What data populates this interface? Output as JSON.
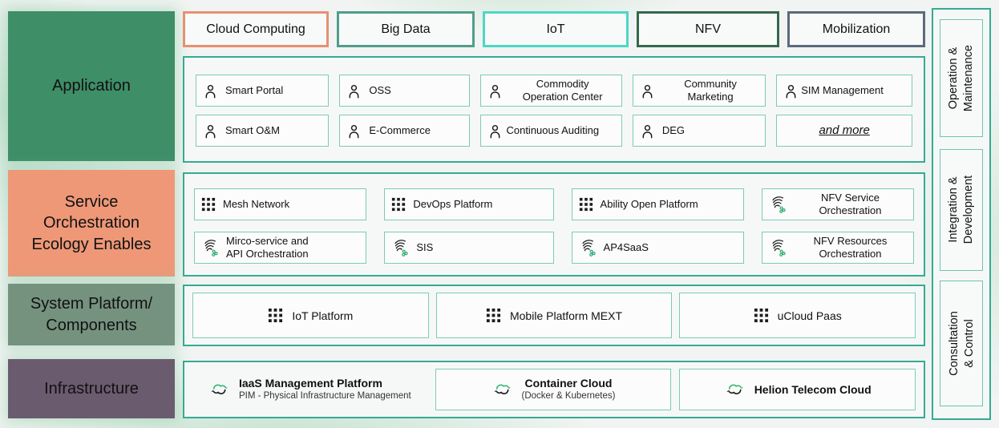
{
  "colors": {
    "container_border": "#35ab91",
    "item_border": "#7ecbb4",
    "accent_green": "#2eac74",
    "cloud_arrow_green": "#3cb878",
    "cloud_arrow_dark": "#1c1c1c"
  },
  "left_sections": [
    {
      "label": "Application",
      "bg": "#3e8e68"
    },
    {
      "label": "Service\nOrchestration\nEcology Enables",
      "bg": "#ee9878"
    },
    {
      "label": "System Platform/\nComponents",
      "bg": "#75927f"
    },
    {
      "label": "Infrastructure",
      "bg": "#6b5b6f"
    }
  ],
  "top_tabs": [
    {
      "label": "Cloud Computing",
      "border": "#e89070"
    },
    {
      "label": "Big Data",
      "border": "#4f9e8b"
    },
    {
      "label": "IoT",
      "border": "#4cd7c6"
    },
    {
      "label": "NFV",
      "border": "#35684f"
    },
    {
      "label": "Mobilization",
      "border": "#5b6b7c"
    }
  ],
  "application": {
    "items": [
      {
        "label": "Smart Portal",
        "icon": "person"
      },
      {
        "label": "OSS",
        "icon": "person"
      },
      {
        "label": "Commodity\nOperation Center",
        "icon": "person"
      },
      {
        "label": "Community\nMarketing",
        "icon": "person"
      },
      {
        "label": "SIM Management",
        "icon": "person"
      },
      {
        "label": "Smart O&M",
        "icon": "person"
      },
      {
        "label": "E-Commerce",
        "icon": "person"
      },
      {
        "label": "Continuous Auditing",
        "icon": "person"
      },
      {
        "label": "DEG",
        "icon": "person"
      },
      {
        "label": "and more",
        "icon": "none"
      }
    ]
  },
  "orchestration": {
    "items": [
      {
        "label": "Mesh Network",
        "icon": "grid"
      },
      {
        "label": "DevOps Platform",
        "icon": "grid"
      },
      {
        "label": "Ability Open Platform",
        "icon": "grid"
      },
      {
        "label": "NFV Service\nOrchestration",
        "icon": "orchestration"
      },
      {
        "label": "Mirco-service and\nAPI Orchestration",
        "icon": "orchestration"
      },
      {
        "label": "SIS",
        "icon": "orchestration"
      },
      {
        "label": "AP4SaaS",
        "icon": "orchestration"
      },
      {
        "label": "NFV Resources\nOrchestration",
        "icon": "orchestration"
      }
    ]
  },
  "platform": {
    "items": [
      {
        "label": "IoT Platform",
        "icon": "grid"
      },
      {
        "label": "Mobile Platform MEXT",
        "icon": "grid"
      },
      {
        "label": "uCloud Paas",
        "icon": "grid"
      }
    ]
  },
  "infrastructure": {
    "items": [
      {
        "title": "IaaS Management Platform",
        "subtitle": "PIM - Physical Infrastructure Management",
        "icon": "cloud-sync"
      },
      {
        "title": "Container Cloud",
        "subtitle": "(Docker & Kubernetes)",
        "icon": "cloud-sync"
      },
      {
        "title": "Helion Telecom Cloud",
        "subtitle": "",
        "icon": "cloud-sync"
      }
    ]
  },
  "right_sections": [
    {
      "label": "Operation &\nMaintenance"
    },
    {
      "label": "Integration &\nDevelopment"
    },
    {
      "label": "Consultation & Control"
    }
  ]
}
